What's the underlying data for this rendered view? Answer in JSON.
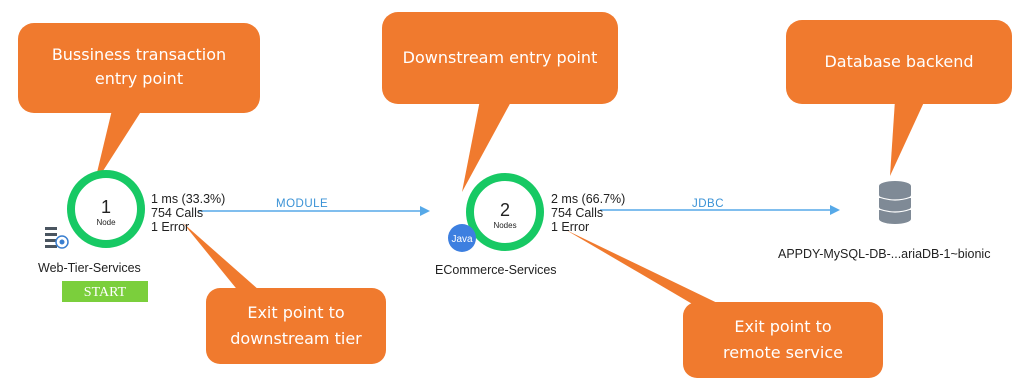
{
  "colors": {
    "callout": "#f07a2e",
    "node_ring": "#17c964",
    "edge": "#56a9e8",
    "edge_label": "#3a92d6",
    "start_badge": "#7bcf3c",
    "java_badge": "#3d7fe0",
    "db_icon": "#7f8a96"
  },
  "callouts": {
    "bt_entry": {
      "line1": "Bussiness transaction",
      "line2": "entry point"
    },
    "downstream_entry": {
      "line1": "Downstream entry point"
    },
    "db_backend": {
      "line1": "Database backend"
    },
    "exit_downstream": {
      "line1": "Exit point to",
      "line2": "downstream tier"
    },
    "exit_remote": {
      "line1": "Exit point to",
      "line2": "remote service"
    }
  },
  "tiers": {
    "web": {
      "name": "Web-Tier-Services",
      "count": "1",
      "unit": "Node",
      "metrics": {
        "time": "1 ms (33.3%)",
        "calls": "754 Calls",
        "errors": "1 Error"
      },
      "start_label": "START",
      "icon": "web-server-icon"
    },
    "ecommerce": {
      "name": "ECommerce-Services",
      "count": "2",
      "unit": "Nodes",
      "metrics": {
        "time": "2 ms (66.7%)",
        "calls": "754 Calls",
        "errors": "1 Error"
      },
      "badge": "Java"
    },
    "database": {
      "name": "APPDY-MySQL-DB-...ariaDB-1~bionic",
      "icon": "database-icon"
    }
  },
  "edges": {
    "web_to_ecommerce": "MODULE",
    "ecommerce_to_db": "JDBC"
  }
}
